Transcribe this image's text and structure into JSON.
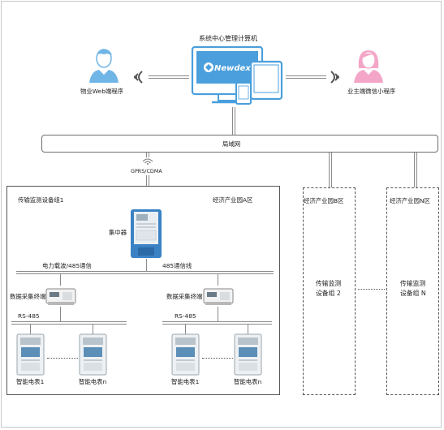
{
  "top": {
    "center_label": "系统中心管理计算机",
    "brand": "Newdex",
    "left_user_label": "物业Web端程序",
    "right_user_label": "业主端微信小程序"
  },
  "lan": {
    "label": "局域网"
  },
  "gprs": {
    "label": "GPRS/CDMA"
  },
  "zone_a": {
    "group_label": "传输监测设备组1",
    "park_label": "经济产业园A区",
    "concentrator_label": "集中器",
    "bus_left_label": "电力载波/485通信",
    "bus_right_label": "485通信线",
    "collector_left_label": "数据采集终端",
    "collector_right_label": "数据采集终端",
    "rs485_left": "RS-485",
    "rs485_right": "RS-485",
    "meters": [
      "智能电表1",
      "智能电表n",
      "智能电表1",
      "智能电表n"
    ]
  },
  "zone_b": {
    "park_label": "经济产业园B区",
    "group_label_1": "传输监测",
    "group_label_2": "设备组 2"
  },
  "zone_n": {
    "park_label": "经济产业园N区",
    "group_label_1": "传输监测",
    "group_label_2": "设备组 N"
  },
  "colors": {
    "accent_blue": "#4a9fdc",
    "meter_blue": "#3b82c4",
    "pink": "#f3a6c8",
    "line": "#8a8a8a"
  }
}
